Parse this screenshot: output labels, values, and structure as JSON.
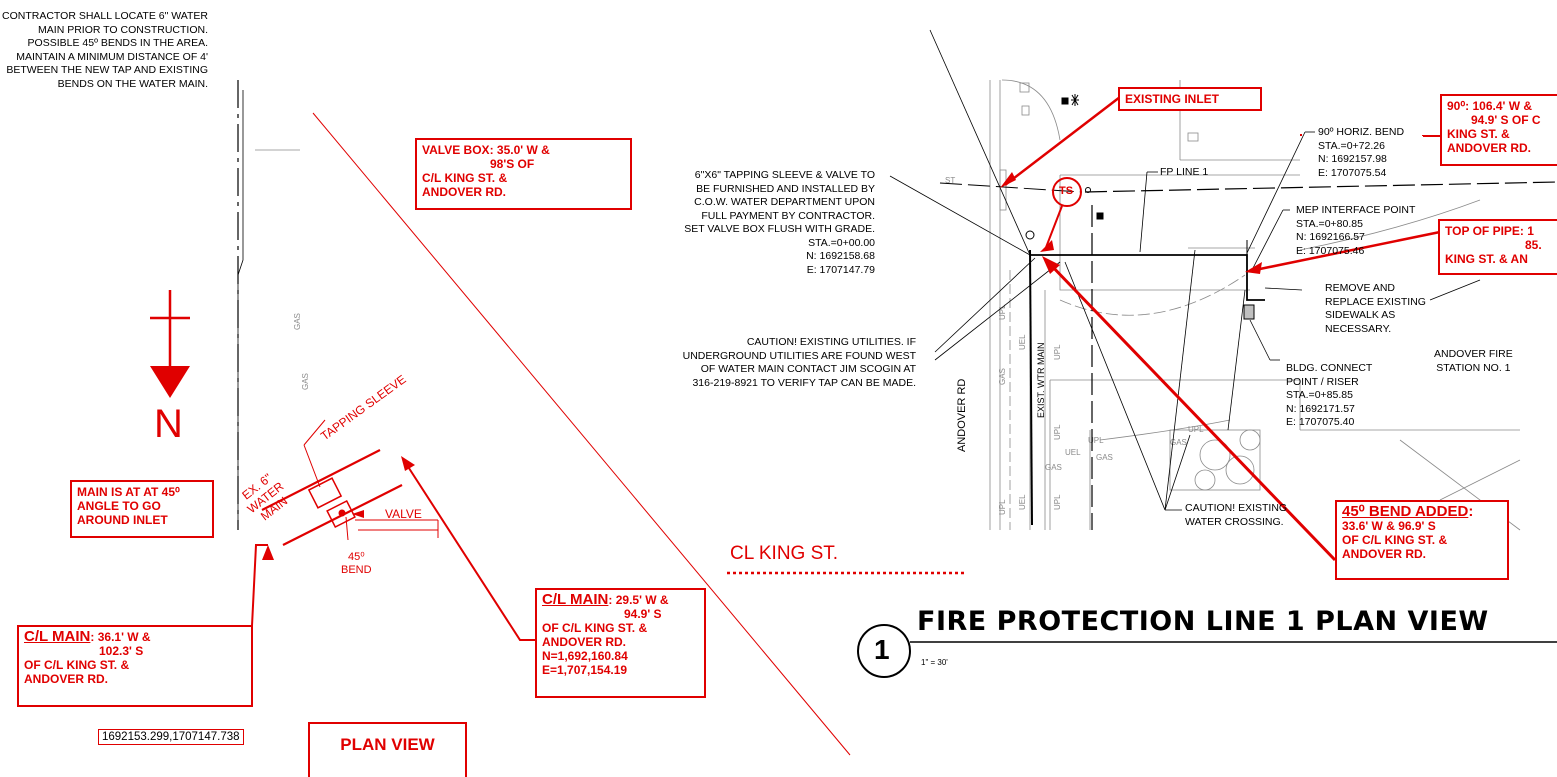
{
  "notes": {
    "contractor": [
      "CONTRACTOR SHALL LOCATE 6\" WATER",
      "MAIN PRIOR TO CONSTRUCTION.",
      "POSSIBLE 45º BENDS IN THE AREA.",
      "MAINTAIN A MINIMUM DISTANCE OF 4'",
      "BETWEEN THE NEW TAP AND EXISTING",
      "BENDS ON THE WATER MAIN."
    ],
    "tapping": [
      "6\"X6\" TAPPING SLEEVE & VALVE TO",
      "BE FURNISHED AND INSTALLED BY",
      "C.O.W. WATER DEPARTMENT UPON",
      "FULL PAYMENT BY CONTRACTOR.",
      "SET VALVE BOX FLUSH WITH GRADE.",
      "STA.=0+00.00",
      "N: 1692158.68",
      "E: 1707147.79"
    ],
    "caution_utilities": [
      "CAUTION! EXISTING UTILITIES. IF",
      "UNDERGROUND UTILITIES ARE FOUND WEST",
      "OF WATER MAIN CONTACT JIM SCOGIN AT",
      "316-219-8921 TO VERIFY TAP CAN BE MADE."
    ],
    "fp_line": "FP LINE 1",
    "horiz_bend": [
      "90º HORIZ. BEND",
      "STA.=0+72.26",
      "N: 1692157.98",
      "E: 1707075.54"
    ],
    "mep": [
      "MEP INTERFACE POINT",
      "STA.=0+80.85",
      "N: 1692166.57",
      "E: 1707075.46"
    ],
    "remove": [
      "REMOVE AND",
      "REPLACE EXISTING",
      "SIDEWALK AS",
      "NECESSARY."
    ],
    "station": [
      "ANDOVER FIRE",
      "STATION NO. 1"
    ],
    "bldg": [
      "BLDG. CONNECT",
      "POINT / RISER",
      "STA.=0+85.85",
      "N: 1692171.57",
      "E: 1707075.40"
    ],
    "caution_water": [
      "CAUTION! EXISTING",
      "WATER CROSSING."
    ],
    "andover_rd": "ANDOVER RD",
    "exist_wtr_main": "EXIST. WTR MAIN"
  },
  "callouts": {
    "existing_inlet": "EXISTING INLET",
    "valve_box": [
      "VALVE BOX: 35.0' W &",
      "98'S OF",
      "C/L KING ST. &",
      "ANDOVER RD."
    ],
    "bend_90": [
      "90⁰: 106.4' W &",
      "94.9' S OF C",
      "KING ST. &",
      "ANDOVER RD."
    ],
    "top_of_pipe": [
      "TOP OF PIPE: 1",
      "85.",
      "KING ST. & AN"
    ],
    "bend_45_title": "45⁰ BEND ADDED",
    "bend_45_title_suffix": ":",
    "bend_45": [
      "33.6' W & 96.9' S",
      "OF C/L KING ST. &",
      "ANDOVER RD."
    ],
    "main_45": [
      "MAIN IS AT AT 45⁰",
      "ANGLE TO GO",
      "AROUND INLET"
    ],
    "cl_main_left_title": "C/L MAIN",
    "cl_main_left_first": ": 36.1' W &",
    "cl_main_left": [
      "102.3' S",
      "OF C/L KING ST. &",
      "ANDOVER RD."
    ],
    "cl_main_right_title": "C/L MAIN",
    "cl_main_right_first": ": 29.5' W &",
    "cl_main_right": [
      "94.9' S",
      "OF C/L KING ST. &",
      "ANDOVER RD.",
      "N=1,692,160.84",
      "E=1,707,154.19"
    ],
    "plan_view": "PLAN VIEW"
  },
  "detail": {
    "north": "N",
    "tapping_sleeve": "TAPPING SLEEVE",
    "water_main": [
      "EX. 6\"",
      "WATER",
      "MAIN"
    ],
    "valve": "VALVE",
    "bend_45": [
      "45⁰",
      "BEND"
    ],
    "coordinate": "1692153.299,1707147.738",
    "ts_tag": "TS"
  },
  "cl_king_st": "CL KING ST.",
  "title_block": {
    "number": "1",
    "title": "FIRE PROTECTION LINE 1 PLAN VIEW",
    "scale": "1\" = 30'"
  },
  "colors": {
    "markup_red": "#e00000",
    "linework": "#000000",
    "background_gray": "#8a8a8a"
  }
}
